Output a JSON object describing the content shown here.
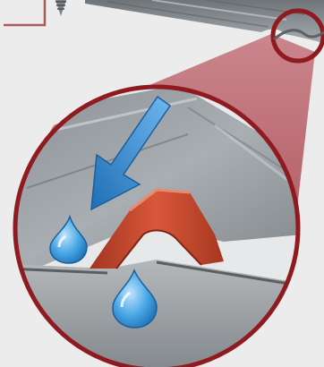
{
  "illustration": {
    "subject": "corrugated-roof-sheet-with-anti-capillary-groove",
    "parts": {
      "screw": "screw-icon",
      "roof_sheet": "corrugated-sheet",
      "detail_marker": "circle-marker",
      "zoom_beam": "magnifier-beam",
      "zoom_lens": "magnified-detail-circle",
      "water_flow": "arrow-down-left-icon",
      "droplets": [
        "water-drop-icon",
        "water-drop-icon"
      ],
      "groove": "anti-capillary-groove"
    },
    "colors": {
      "background": "#ececec",
      "marker_ring": "#8f1a1f",
      "beam": "#b3646a",
      "sheet": "#9aa0a4",
      "groove": "#c8452c",
      "arrow": "#2f86d0",
      "water": "#4aa8e6",
      "screw_frame": "#a85a55"
    }
  }
}
